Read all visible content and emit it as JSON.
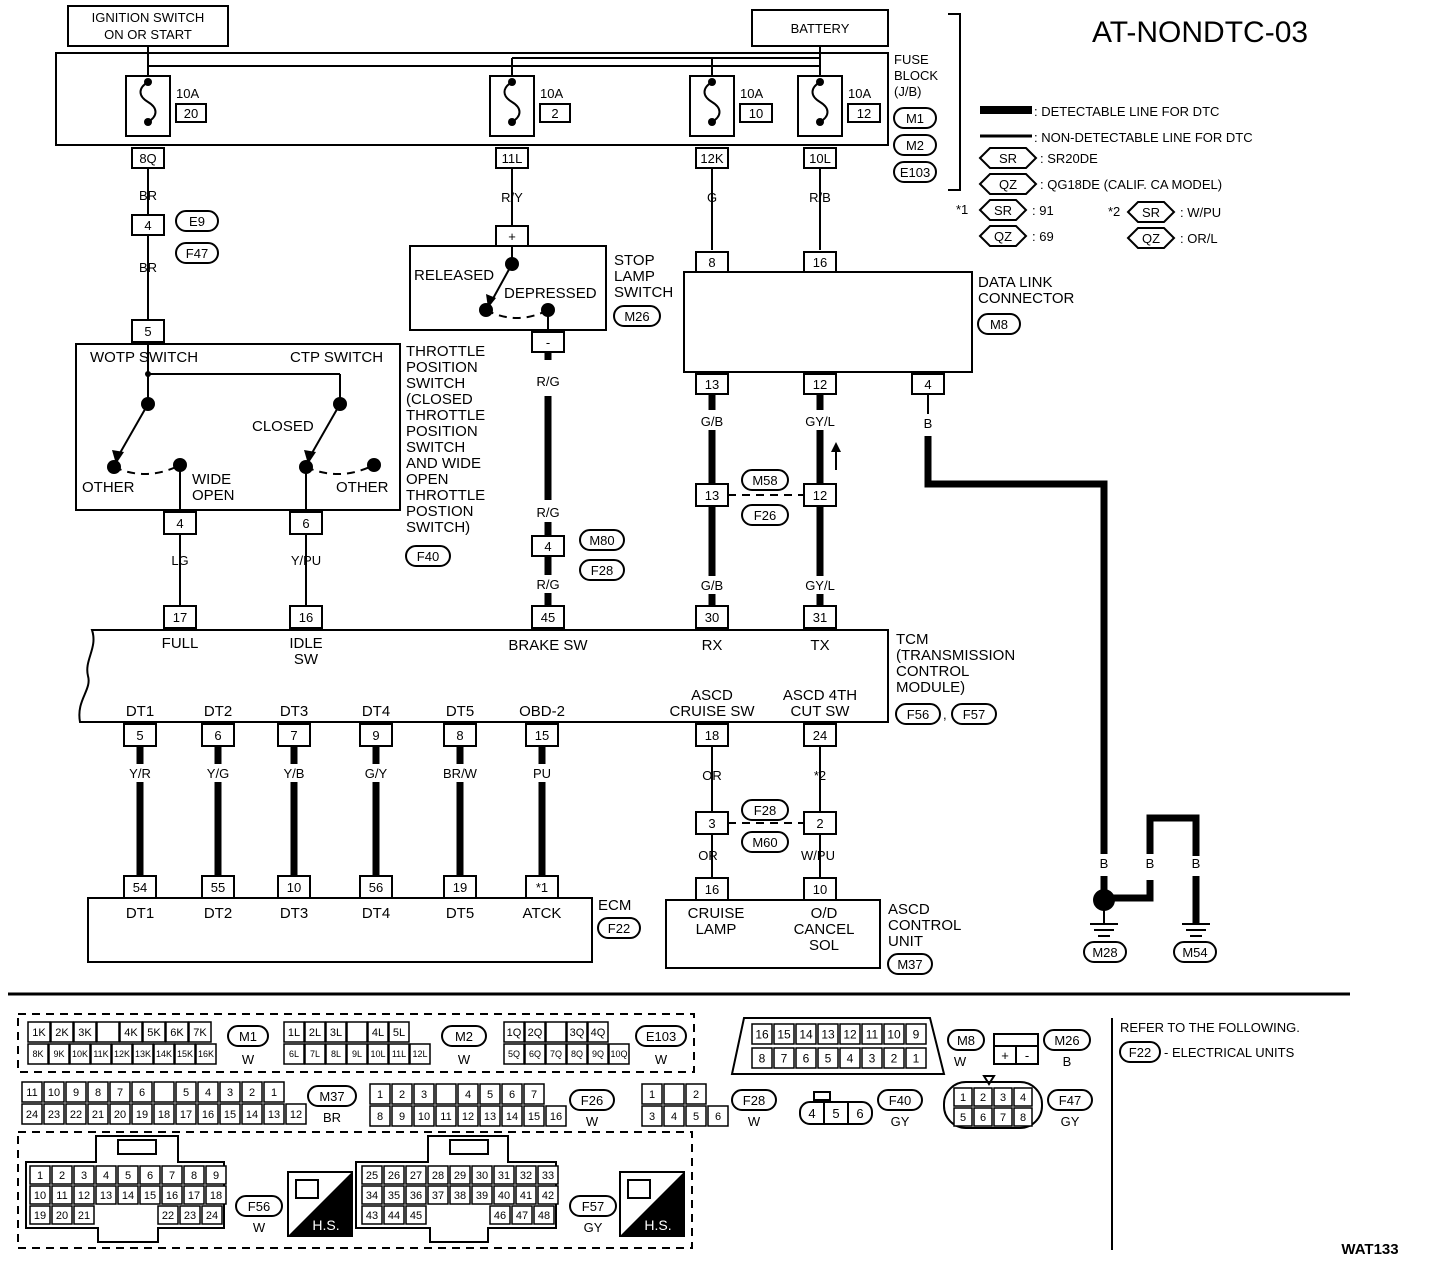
{
  "title": "AT-NONDTC-03",
  "code": "WAT133",
  "power": {
    "ignition_line1": "IGNITION SWITCH",
    "ignition_line2": "ON OR START",
    "battery": "BATTERY"
  },
  "fuse_block": {
    "label": [
      "FUSE",
      "BLOCK",
      "(J/B)"
    ],
    "connectors": [
      "M1",
      "M2",
      "E103"
    ],
    "fuses": [
      {
        "amp": "10A",
        "num": "20",
        "conn": "8Q"
      },
      {
        "amp": "10A",
        "num": "2",
        "conn": "11L"
      },
      {
        "amp": "10A",
        "num": "10",
        "conn": "12K"
      },
      {
        "amp": "10A",
        "num": "12",
        "conn": "10L"
      }
    ]
  },
  "legend": {
    "detectable": ": DETECTABLE LINE FOR DTC",
    "non_detectable": ": NON-DETECTABLE LINE FOR DTC",
    "sr_tag": "SR",
    "qz_tag": "QZ",
    "sr_text": ": SR20DE",
    "qz_text": ": QG18DE (CALIF. CA MODEL)",
    "note1_mark": "*1",
    "note1_sr": ": 91",
    "note1_qz": ": 69",
    "note2_mark": "*2",
    "note2_sr": ": W/PU",
    "note2_qz": ": OR/L"
  },
  "wires": {
    "br": "BR",
    "ry": "R/Y",
    "g": "G",
    "rb": "R/B",
    "rg": "R/G",
    "gb": "G/B",
    "gyl": "GY/L",
    "b": "B",
    "lg": "LG",
    "ypu": "Y/PU",
    "yr": "Y/R",
    "yg": "Y/G",
    "yb": "Y/B",
    "gy": "G/Y",
    "brw": "BR/W",
    "pu": "PU",
    "or": "OR",
    "star2": "*2",
    "wpu": "W/PU"
  },
  "connectors": {
    "e9": "E9",
    "f47": "F47",
    "m26": "M26",
    "m8": "M8",
    "m58": "M58",
    "f26": "F26",
    "m80": "M80",
    "f28": "F28",
    "f40": "F40",
    "f56": "F56",
    "f57": "F57",
    "f22": "F22",
    "m37": "M37",
    "m28": "M28",
    "m54": "M54",
    "f28b": "F28",
    "m60": "M60"
  },
  "pins": {
    "p4": "4",
    "p5": "5",
    "p6": "6",
    "plus": "+",
    "minus": "-",
    "p8": "8",
    "p16": "16",
    "p13": "13",
    "p12": "12",
    "p17": "17",
    "p45": "45",
    "p30": "30",
    "p31": "31",
    "p9": "9",
    "p15": "15",
    "p18": "18",
    "p24": "24",
    "p3": "3",
    "p2": "2",
    "p54": "54",
    "p55": "55",
    "p10": "10",
    "p56": "56",
    "p19": "19",
    "star1": "*1",
    "p7": "7"
  },
  "stop_lamp": {
    "label": [
      "STOP",
      "LAMP",
      "SWITCH"
    ],
    "released": "RELEASED",
    "depressed": "DEPRESSED"
  },
  "data_link": {
    "label": [
      "DATA LINK",
      "CONNECTOR"
    ]
  },
  "tps": {
    "wotp": "WOTP  SWITCH",
    "ctp": "CTP SWITCH",
    "closed": "CLOSED",
    "other": "OTHER",
    "wide1": "WIDE",
    "wide2": "OPEN",
    "label": [
      "THROTTLE",
      "POSITION",
      "SWITCH",
      "(CLOSED",
      "THROTTLE",
      "POSITION",
      "SWITCH",
      "AND WIDE",
      "OPEN",
      "THROTTLE",
      "POSTION",
      "SWITCH)"
    ]
  },
  "tcm": {
    "label": [
      "TCM",
      "(TRANSMISSION",
      "CONTROL",
      "MODULE)"
    ],
    "full": "FULL",
    "idle1": "IDLE",
    "idle2": "SW",
    "brake": "BRAKE SW",
    "rx": "RX",
    "tx": "TX",
    "dt1": "DT1",
    "dt2": "DT2",
    "dt3": "DT3",
    "dt4": "DT4",
    "dt5": "DT5",
    "obd": "OBD-2",
    "ascd1a": "ASCD",
    "ascd1b": "CRUISE SW",
    "ascd2a": "ASCD 4TH",
    "ascd2b": "CUT SW"
  },
  "ecm": {
    "label": "ECM",
    "dt1": "DT1",
    "dt2": "DT2",
    "dt3": "DT3",
    "dt4": "DT4",
    "dt5": "DT5",
    "atck": "ATCK"
  },
  "ascd_unit": {
    "label": [
      "ASCD",
      "CONTROL",
      "UNIT"
    ],
    "cruise1": "CRUISE",
    "cruise2": "LAMP",
    "od1": "O/D",
    "od2": "CANCEL",
    "od3": "SOL"
  },
  "connector_views": {
    "g1_top": [
      "1K",
      "2K",
      "3K",
      "",
      "4K",
      "5K",
      "6K",
      "7K"
    ],
    "g1_bot": [
      "8K",
      "9K",
      "10K",
      "11K",
      "12K",
      "13K",
      "14K",
      "15K",
      "16K"
    ],
    "g1_name": "M1",
    "g1_color": "W",
    "g2_top": [
      "1L",
      "2L",
      "3L",
      "",
      "4L",
      "5L"
    ],
    "g2_bot": [
      "6L",
      "7L",
      "8L",
      "9L",
      "10L",
      "11L",
      "12L"
    ],
    "g2_name": "M2",
    "g2_color": "W",
    "g3_top": [
      "1Q",
      "2Q",
      "",
      "3Q",
      "4Q"
    ],
    "g3_bot": [
      "5Q",
      "6Q",
      "7Q",
      "8Q",
      "9Q",
      "10Q"
    ],
    "g3_name": "E103",
    "g3_color": "W",
    "m8_top": [
      "16",
      "15",
      "14",
      "13",
      "12",
      "11",
      "10",
      "9"
    ],
    "m8_bot": [
      "8",
      "7",
      "6",
      "5",
      "4",
      "3",
      "2",
      "1"
    ],
    "m8_name": "M8",
    "m8_color": "W",
    "m26_pins": [
      "+",
      "-"
    ],
    "m26_name": "M26",
    "m26_color": "B",
    "m37_top": [
      "11",
      "10",
      "9",
      "8",
      "7",
      "6",
      "",
      "5",
      "4",
      "3",
      "2",
      "1"
    ],
    "m37_bot": [
      "24",
      "23",
      "22",
      "21",
      "20",
      "19",
      "18",
      "17",
      "16",
      "15",
      "14",
      "13",
      "12"
    ],
    "m37_name": "M37",
    "m37_color": "BR",
    "f26_top": [
      "1",
      "2",
      "3",
      "",
      "4",
      "5",
      "6",
      "7"
    ],
    "f26_bot": [
      "8",
      "9",
      "10",
      "11",
      "12",
      "13",
      "14",
      "15",
      "16"
    ],
    "f26_name": "F26",
    "f26_color": "W",
    "f28_top": [
      "1",
      "",
      "2"
    ],
    "f28_bot": [
      "3",
      "4",
      "5",
      "6"
    ],
    "f28_name": "F28",
    "f28_color": "W",
    "f40_pins": [
      "4",
      "5",
      "6"
    ],
    "f40_name": "F40",
    "f40_color": "GY",
    "f47_top": [
      "1",
      "2",
      "3",
      "4"
    ],
    "f47_bot": [
      "5",
      "6",
      "7",
      "8"
    ],
    "f47_name": "F47",
    "f47_color": "GY",
    "f56_r1": [
      "1",
      "2",
      "3",
      "4",
      "5",
      "6",
      "7",
      "8",
      "9"
    ],
    "f56_r2": [
      "10",
      "11",
      "12",
      "13",
      "14",
      "15",
      "16",
      "17",
      "18"
    ],
    "f56_r3a": [
      "19",
      "20",
      "21"
    ],
    "f56_r3b": [
      "22",
      "23",
      "24"
    ],
    "f56_name": "F56",
    "f56_color": "W",
    "f57_r1": [
      "25",
      "26",
      "27",
      "28",
      "29",
      "30",
      "31",
      "32",
      "33"
    ],
    "f57_r2": [
      "34",
      "35",
      "36",
      "37",
      "38",
      "39",
      "40",
      "41",
      "42"
    ],
    "f57_r3a": [
      "43",
      "44",
      "45"
    ],
    "f57_r3b": [
      "46",
      "47",
      "48"
    ],
    "f57_name": "F57",
    "f57_color": "GY",
    "hs": "H.S."
  },
  "refer": {
    "line1": "REFER TO THE FOLLOWING.",
    "tag": "F22",
    "line2": "- ELECTRICAL UNITS"
  }
}
